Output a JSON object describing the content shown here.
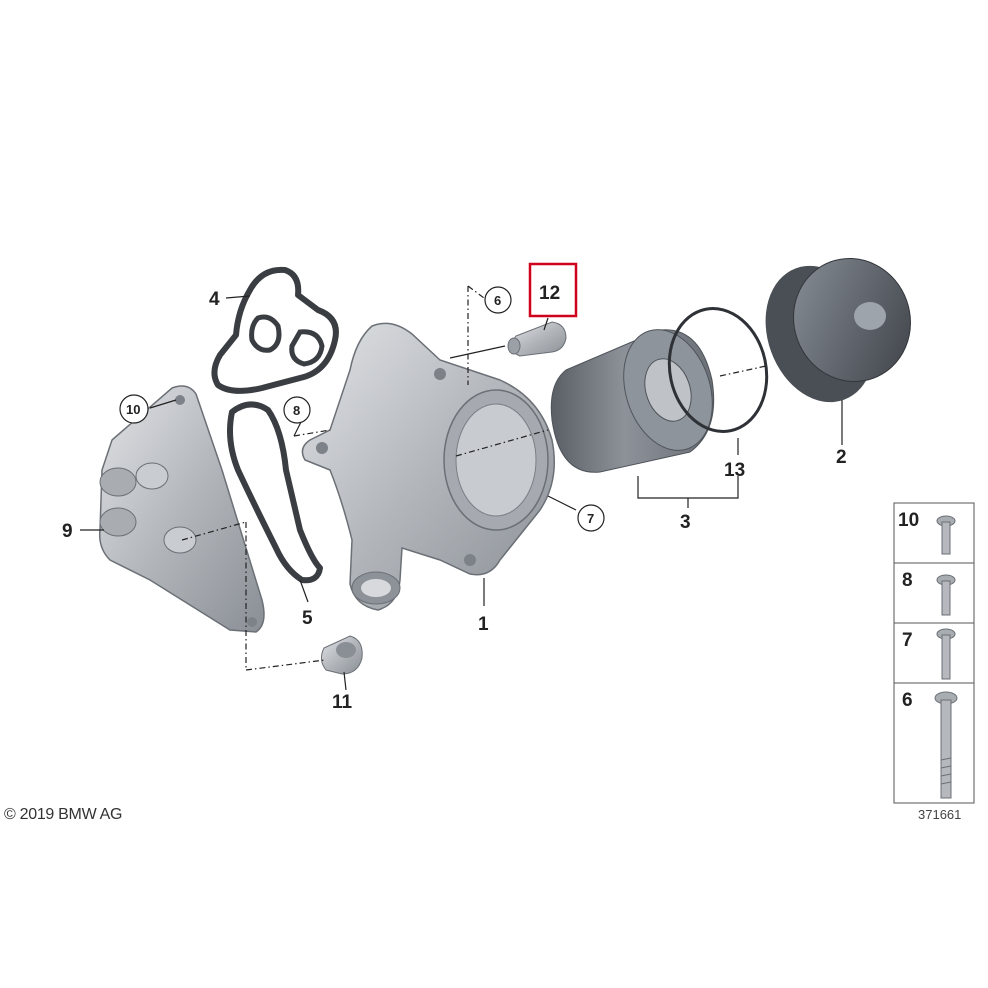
{
  "callouts": {
    "c1": "1",
    "c2": "2",
    "c3": "3",
    "c4": "4",
    "c5": "5",
    "c6": "6",
    "c7": "7",
    "c8": "8",
    "c9": "9",
    "c10": "10",
    "c11": "11",
    "c12": "12",
    "c13": "13"
  },
  "legend": {
    "rows": [
      {
        "label": "10",
        "icon": "short-flange-bolt-icon"
      },
      {
        "label": "8",
        "icon": "flange-bolt-icon"
      },
      {
        "label": "7",
        "icon": "medium-flange-bolt-icon"
      },
      {
        "label": "6",
        "icon": "long-flange-bolt-icon"
      }
    ]
  },
  "highlight": {
    "part": "12",
    "color": "#d0021b"
  },
  "footer": {
    "copyright": "© 2019 BMW AG",
    "diagram_number": "371661"
  },
  "colors": {
    "metal": "#b9bcc0",
    "dark_metal": "#6e737a",
    "cap": "#5c6168",
    "gasket": "#3a3d42"
  }
}
